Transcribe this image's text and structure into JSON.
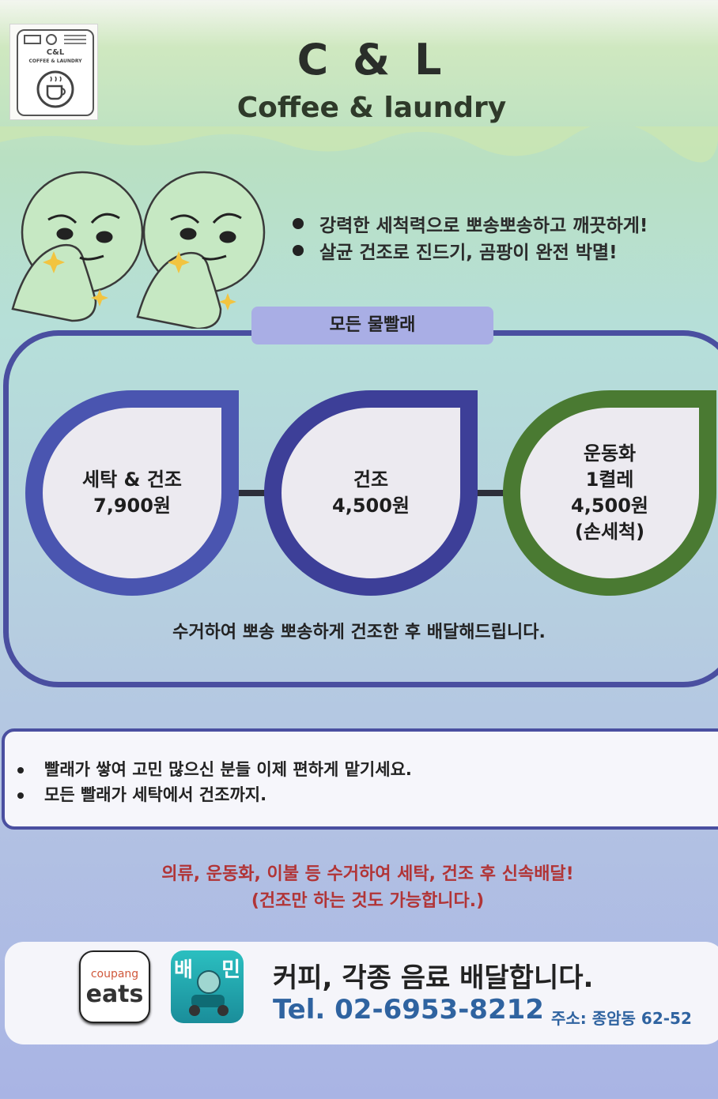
{
  "logo": {
    "line1": "C&L",
    "line2": "COFFEE & LAUNDRY"
  },
  "header": {
    "title": "C & L",
    "subtitle": "Coffee & laundry"
  },
  "top_bullets": [
    "강력한 세척력으로  뽀송뽀송하고 깨끗하게!",
    "살균 건조로 진드기, 곰팡이 완전 박멸!"
  ],
  "section_tab": "모든 물빨래",
  "prices": [
    {
      "lines": [
        "세탁 & 건조",
        "7,900원"
      ],
      "color": "#4a55b0"
    },
    {
      "lines": [
        "건조",
        "4,500원"
      ],
      "color": "#3d3f98"
    },
    {
      "lines": [
        "운동화",
        "1켤레",
        "4,500원",
        "(손세척)"
      ],
      "color": "#4a7a32"
    }
  ],
  "section_note": "수거하여 뽀송 뽀송하게 건조한 후 배달해드립니다.",
  "info_bullets": [
    "빨래가 쌓여 고민 많으신 분들 이제 편하게 맡기세요.",
    "모든 빨래가 세탁에서 건조까지."
  ],
  "red_lines": [
    "의류, 운동화, 이불 등 수거하여 세탁, 건조 후 신속배달!",
    "(건조만 하는 것도 가능합니다.)"
  ],
  "footer": {
    "coupang_small": "coupang",
    "coupang_big": "eats",
    "baemin_left": "배",
    "baemin_right": "민",
    "delivery_text": "커피, 각종 음료 배달합니다.",
    "tel": "Tel. 02-6953-8212",
    "address": "주소: 종암동 62-52"
  },
  "icons": [
    "washing-machine-icon",
    "coffee-cup-icon",
    "thinking-face-icon",
    "sparkle-icon"
  ]
}
